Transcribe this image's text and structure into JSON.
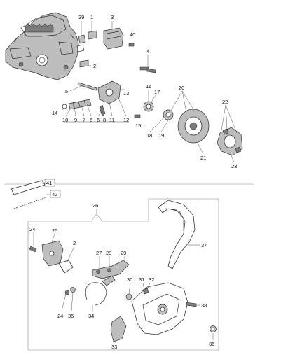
{
  "callouts": [
    {
      "id": "c1",
      "text": "1"
    },
    {
      "id": "c2",
      "text": "2"
    },
    {
      "id": "c3",
      "text": "3"
    },
    {
      "id": "c4",
      "text": "4"
    },
    {
      "id": "c5",
      "text": "5"
    },
    {
      "id": "c6a",
      "text": "6"
    },
    {
      "id": "c6b",
      "text": "6"
    },
    {
      "id": "c7",
      "text": "7"
    },
    {
      "id": "c8",
      "text": "8"
    },
    {
      "id": "c9",
      "text": "9"
    },
    {
      "id": "c10",
      "text": "10"
    },
    {
      "id": "c11",
      "text": "11"
    },
    {
      "id": "c12",
      "text": "12"
    },
    {
      "id": "c13",
      "text": "13"
    },
    {
      "id": "c14",
      "text": "14"
    },
    {
      "id": "c15",
      "text": "15"
    },
    {
      "id": "c16",
      "text": "16"
    },
    {
      "id": "c17",
      "text": "17"
    },
    {
      "id": "c18",
      "text": "18"
    },
    {
      "id": "c19",
      "text": "19"
    },
    {
      "id": "c20",
      "text": "20"
    },
    {
      "id": "c21",
      "text": "21"
    },
    {
      "id": "c22",
      "text": "22"
    },
    {
      "id": "c23",
      "text": "23"
    },
    {
      "id": "c39",
      "text": "39"
    },
    {
      "id": "c40",
      "text": "40"
    },
    {
      "id": "c41",
      "text": "41"
    },
    {
      "id": "c42",
      "text": "42"
    },
    {
      "id": "c24a",
      "text": "24"
    },
    {
      "id": "c24b",
      "text": "24"
    },
    {
      "id": "c25",
      "text": "25"
    },
    {
      "id": "c2b",
      "text": "2"
    },
    {
      "id": "c26",
      "text": "26"
    },
    {
      "id": "c27",
      "text": "27"
    },
    {
      "id": "c28",
      "text": "28"
    },
    {
      "id": "c29",
      "text": "29"
    },
    {
      "id": "c30",
      "text": "30"
    },
    {
      "id": "c31",
      "text": "31"
    },
    {
      "id": "c32",
      "text": "32"
    },
    {
      "id": "c33",
      "text": "33"
    },
    {
      "id": "c34",
      "text": "34"
    },
    {
      "id": "c35",
      "text": "35"
    },
    {
      "id": "c36",
      "text": "36"
    },
    {
      "id": "c37",
      "text": "37"
    },
    {
      "id": "c38",
      "text": "38"
    }
  ],
  "colors": {
    "line": "#333333",
    "part_fill": "#bdbdbd",
    "background": "#ffffff"
  }
}
